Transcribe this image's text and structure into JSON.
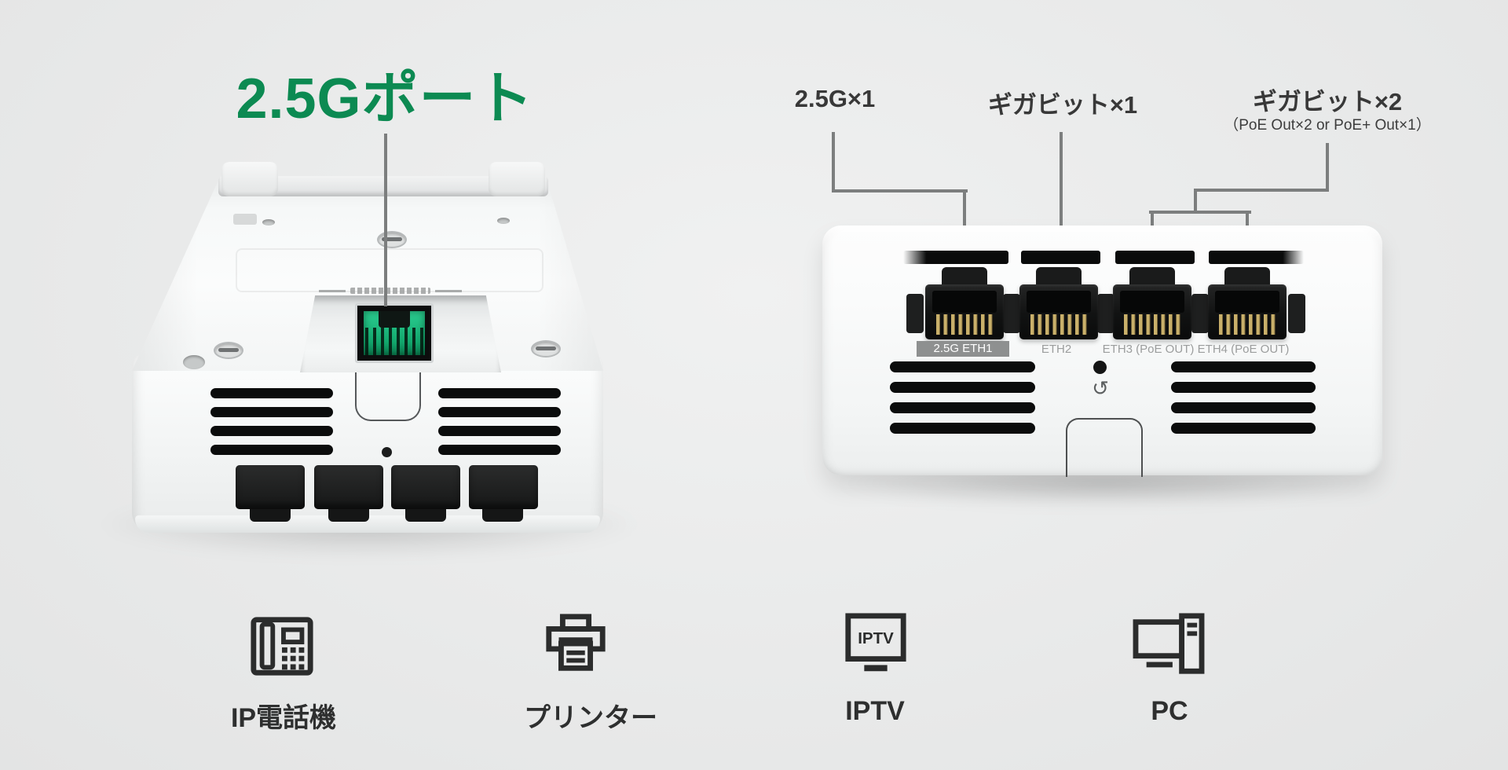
{
  "colors": {
    "accent_green": "#0C8A52",
    "label_dark": "#383838",
    "line_gray": "#7C7E7E",
    "port_label_gray": "#9B9D9D",
    "badge_bg": "#8E9090",
    "icon_dark": "#2B2C2C"
  },
  "left_device": {
    "title": "2.5Gポート"
  },
  "right_device": {
    "callouts": [
      {
        "label": "2.5G×1"
      },
      {
        "label": "ギガビット×1"
      },
      {
        "label": "ギガビット×2",
        "sublabel": "（PoE Out×2 or PoE+ Out×1）"
      }
    ],
    "port_labels": [
      "2.5G ETH1",
      "ETH2",
      "ETH3 (PoE OUT)",
      "ETH4 (PoE OUT)"
    ],
    "reset_icon": "↺"
  },
  "legend": {
    "items": [
      {
        "icon": "ip-phone-icon",
        "label": "IP電話機"
      },
      {
        "icon": "printer-icon",
        "label": "プリンター"
      },
      {
        "icon": "iptv-icon",
        "label": "IPTV",
        "screen_text": "IPTV"
      },
      {
        "icon": "pc-icon",
        "label": "PC"
      }
    ]
  }
}
